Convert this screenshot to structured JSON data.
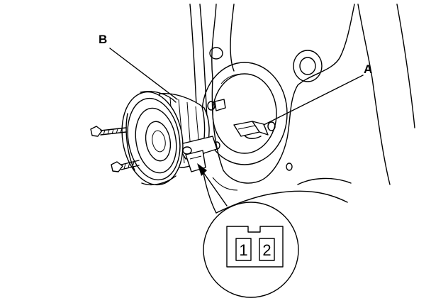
{
  "callouts": {
    "speaker": "B",
    "connector": "A"
  },
  "connector_pins": [
    "1",
    "2"
  ]
}
